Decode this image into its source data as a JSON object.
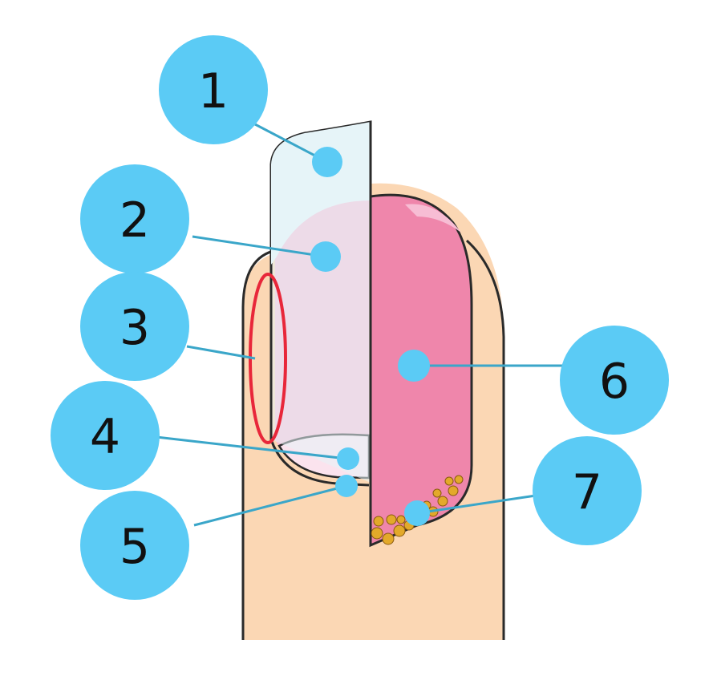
{
  "colors": {
    "skin": "#fbd7b4",
    "outline": "#2a2a2a",
    "nail_plate_top": "#e6f4f8",
    "nail_bed_light": "#f7bdd4",
    "nail_bed_dark": "#ef86ab",
    "red_ring": "#e8273a",
    "callout": "#5bcbf5",
    "leader": "#3aa6c9",
    "granules": "#e3a92a"
  },
  "callouts": [
    {
      "id": "1",
      "label": "1"
    },
    {
      "id": "2",
      "label": "2"
    },
    {
      "id": "3",
      "label": "3"
    },
    {
      "id": "4",
      "label": "4"
    },
    {
      "id": "5",
      "label": "5"
    },
    {
      "id": "6",
      "label": "6"
    },
    {
      "id": "7",
      "label": "7"
    }
  ]
}
